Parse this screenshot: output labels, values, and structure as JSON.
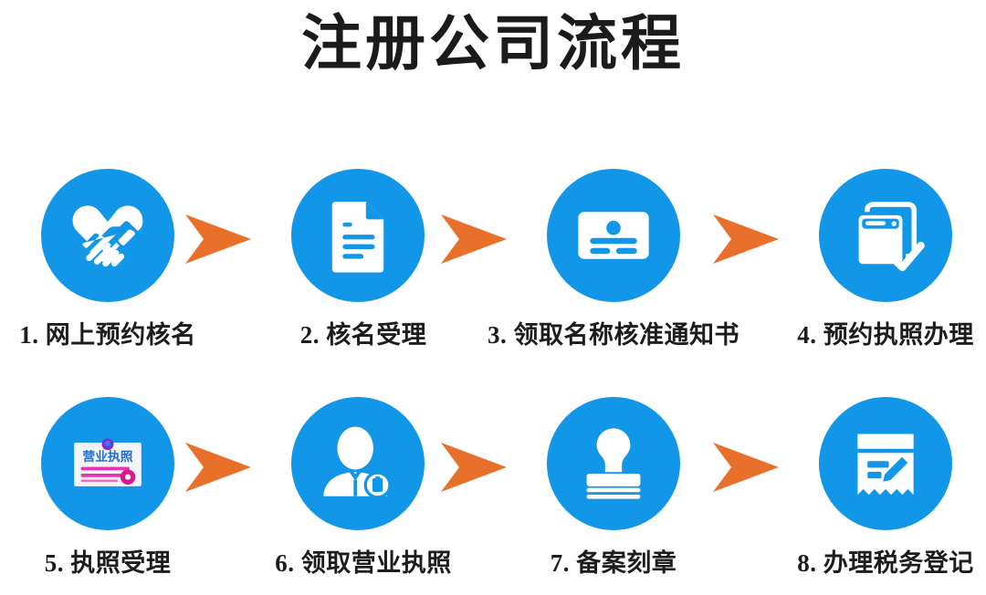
{
  "page": {
    "title": "注册公司流程",
    "background_color": "#ffffff",
    "accent_blue": "#1296e8",
    "accent_orange": "#e8702a",
    "text_color": "#1d1d1d"
  },
  "flow": {
    "arrow_glyph_name": "chevron-arrow-right",
    "rows": [
      {
        "steps": [
          {
            "number": "1.",
            "label": "1. 网上预约核名",
            "icon": "handshake-heart-icon"
          },
          {
            "number": "2.",
            "label": "2. 核名受理",
            "icon": "document-lines-icon"
          },
          {
            "number": "3.",
            "label": "3. 领取名称核准通知书",
            "icon": "id-card-icon"
          },
          {
            "number": "4.",
            "label": "4. 预约执照办理",
            "icon": "stacked-cards-check-icon"
          }
        ]
      },
      {
        "steps": [
          {
            "number": "5.",
            "label": "5. 执照受理",
            "icon": "business-license-certificate-icon"
          },
          {
            "number": "6.",
            "label": "6. 领取营业执照",
            "icon": "person-with-document-icon"
          },
          {
            "number": "7.",
            "label": "7. 备案刻章",
            "icon": "rubber-stamp-icon"
          },
          {
            "number": "8.",
            "label": "8. 办理税务登记",
            "icon": "invoice-pencil-icon"
          }
        ]
      }
    ]
  },
  "license_icon": {
    "heading_text": "营业执照",
    "heading_color": "#1f6fd0",
    "emblem_color": "#7b2fd6",
    "body_lines_color": "#e832b4",
    "seal_color": "#d9188f",
    "paper_color": "#f4f4fb"
  }
}
